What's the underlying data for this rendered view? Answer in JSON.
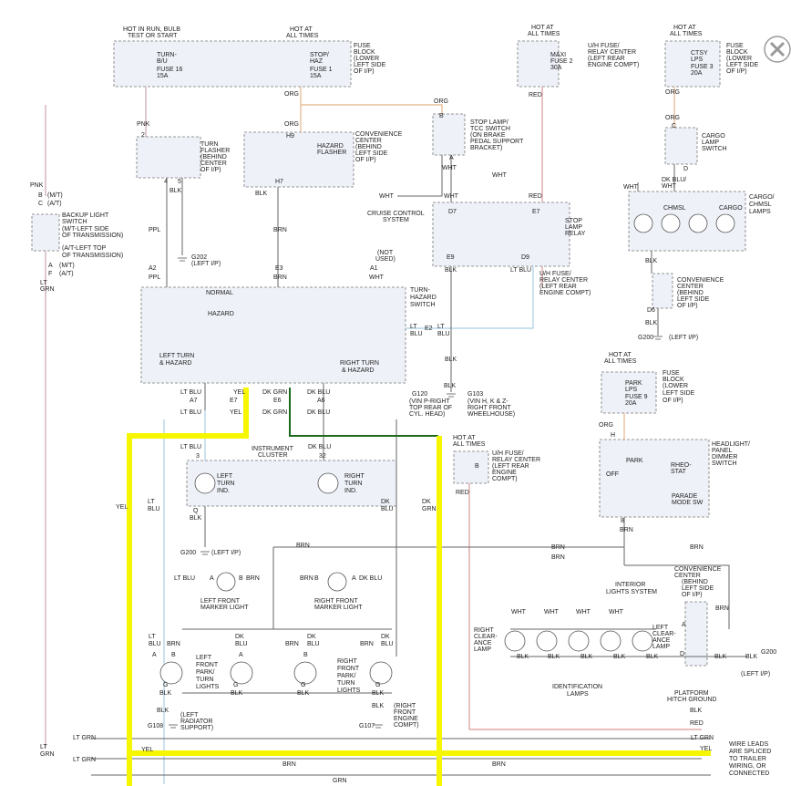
{
  "close_icon": "close-icon",
  "labels": {
    "hot_run": "HOT IN RUN, BULB",
    "test_start": "TEST OR START",
    "hot_all_1": "HOT AT",
    "all_times_1": "ALL TIMES",
    "turn_bu": "TURN-",
    "turn_bu2": "B/U",
    "fuse16": "FUSE 16",
    "fuse16a": "15A",
    "stop_haz": "STOP/",
    "stop_haz2": "HAZ",
    "fuse1": "FUSE 1",
    "fuse1a": "15A",
    "fuse_block": "FUSE",
    "fuse_block2": "BLOCK",
    "fuse_block3": "(LOWER",
    "fuse_block4": "LEFT SIDE",
    "fuse_block5": "OF I/P)",
    "hot_all_2": "HOT AT",
    "all_times_2": "ALL TIMES",
    "maxi": "MAXI",
    "maxi_fuse": "FUSE 2",
    "maxi_a": "30A",
    "uh_relay": "U/H FUSE/",
    "uh_relay2": "RELAY CENTER",
    "uh_relay3": "(LEFT REAR",
    "uh_relay4": "ENGINE COMPT)",
    "hot_all_3": "HOT AT",
    "all_times_3": "ALL TIMES",
    "ctsy": "CTSY",
    "lps": "LPS",
    "fuse3": "FUSE 3",
    "fuse3a": "20A",
    "fuse_block_b": "FUSE",
    "fuse_block_b2": "BLOCK",
    "fuse_block_b3": "(LOWER",
    "fuse_block_b4": "LEFT SIDE",
    "fuse_block_b5": "OF I/P)",
    "org1": "ORG",
    "org2": "ORG",
    "org3": "ORG",
    "red1": "RED",
    "org4": "ORG",
    "org5": "ORG",
    "pnk1": "PNK",
    "pin2": "2",
    "turn_flasher": "TURN",
    "turn_flasher2": "FLASHER",
    "turn_flasher3": "(BEHIND",
    "turn_flasher4": "CENTER",
    "turn_flasher5": "OF I/P)",
    "h9": "H9",
    "hazard_flasher": "HAZARD",
    "hazard_flasher2": "FLASHER",
    "conv_center": "CONVENIENCE",
    "conv_center2": "CENTER",
    "conv_center3": "(BEHIND",
    "conv_center4": "LEFT SIDE",
    "conv_center5": "OF I/P)",
    "b_stop": "B",
    "stop_lamp": "STOP LAMP/",
    "stop_lamp2": "TCC SWITCH",
    "stop_lamp3": "(ON BRAKE",
    "stop_lamp4": "PEDAL SUPPORT",
    "stop_lamp5": "BRACKET)",
    "a_stop": "A",
    "wht1": "WHT",
    "wht2": "WHT",
    "c_cargo": "C",
    "cargo_sw": "CARGO",
    "cargo_sw2": "LAMP",
    "cargo_sw3": "SWITCH",
    "d_cargo": "D",
    "pin4": "4",
    "pin5": "5",
    "blk1": "BLK",
    "blk2": "BLK",
    "h7": "H7",
    "wht3": "WHT",
    "wht4": "WHT",
    "red2": "RED",
    "dkblu_wht": "DK BLU/",
    "dkblu_wht2": "WHT",
    "wht5": "WHT",
    "pnk2": "PNK",
    "b_mt": "B",
    "mt": "(M/T)",
    "c_at": "C",
    "at": "(A/T)",
    "backup": "BACKUP LIGHT",
    "backup2": "SWITCH",
    "backup3": "(M/T-LEFT SIDE",
    "backup4": "OF TRANSMISSION)",
    "backup5": "(A/T-LEFT TOP",
    "backup6": "OF TRANSMISSION)",
    "cruise": "CRUISE CONTROL",
    "cruise2": "SYSTEM",
    "d7": "D7",
    "e7": "E7",
    "stop_relay": "STOP",
    "stop_relay2": "LAMP",
    "stop_relay3": "RELAY",
    "e9": "E9",
    "d9": "D9",
    "chmsl": "CHMSL",
    "cargo_l": "CARGO",
    "cargo_lamps": "CARGO/",
    "cargo_lamps2": "CHMSL",
    "cargo_lamps3": "LAMPS",
    "ppl1": "PPL",
    "brn1": "BRN",
    "g202": "G202",
    "g202b": "(LEFT I/P)",
    "not_used": "(NOT",
    "not_used2": "USED)",
    "blk3": "BLK",
    "blk4": "BLK",
    "blk5": "BLK",
    "lt_blu1": "LT BLU",
    "uh_b": "U/H FUSE/",
    "uh_b2": "RELAY CENTER",
    "uh_b3": "(LEFT REAR",
    "uh_b4": "ENGINE COMPT)",
    "conv_c2": "CONVENIENCE",
    "conv_c2b": "CENTER",
    "conv_c2c": "(BEHIND",
    "conv_c2d": "LEFT SIDE",
    "conv_c2e": "OF I/P)",
    "a_mt": "A",
    "mt2": "(M/T)",
    "f_at": "F",
    "at2": "(A/T)",
    "lt_grn1": "LT",
    "lt_grn1b": "GRN",
    "a2": "A2",
    "ppl2": "PPL",
    "e3": "E3",
    "brn2": "BRN",
    "a1": "A1",
    "wht6": "WHT",
    "d6": "D6",
    "blk6": "BLK",
    "g200a": "G200",
    "g200a_b": "(LEFT I/P)",
    "normal": "NORMAL",
    "turn_haz_sw": "TURN-",
    "turn_haz_sw2": "HAZARD",
    "turn_haz_sw3": "SWITCH",
    "hazard": "HAZARD",
    "lt_blu2": "LT",
    "lt_blu2b": "BLU",
    "e2": "E2",
    "lt_blu3": "LT",
    "lt_blu3b": "BLU",
    "left_turn": "LEFT TURN",
    "left_turn2": "& HAZARD",
    "right_turn": "RIGHT TURN",
    "right_turn2": "& HAZARD",
    "blk7": "BLK",
    "hot_park": "HOT AT",
    "hot_park2": "ALL TIMES",
    "park": "PARK",
    "lps2": "LPS",
    "fuse9": "FUSE 9",
    "fuse9a": "20A",
    "fuse_block_c": "FUSE",
    "fuse_block_c2": "BLOCK",
    "fuse_block_c3": "(LOWER",
    "fuse_block_c4": "LEFT SIDE",
    "fuse_block_c5": "OF I/P)",
    "lt_blu4": "LT BLU",
    "yel1": "YEL",
    "dk_grn1": "DK GRN",
    "dk_blu1": "DK BLU",
    "a7": "A7",
    "e7b": "E7",
    "e6": "E6",
    "a6": "A6",
    "lt_blu5": "LT BLU",
    "yel2": "YEL",
    "dk_grn2": "DK GRN",
    "dk_blu2": "DK BLU",
    "blk8": "BLK",
    "g120": "G120",
    "g120b": "(VIN P-RIGHT",
    "g120c": "TOP REAR OF",
    "g120d": "CYL. HEAD)",
    "g103": "G103",
    "g103b": "(VIN H, K & Z-",
    "g103c": "RIGHT FRONT",
    "g103d": "WHEELHOUSE)",
    "org6": "ORG",
    "h_hl": "H",
    "hl_sw": "HEADLIGHT/",
    "hl_sw2": "PANEL",
    "hl_sw3": "DIMMER",
    "hl_sw4": "SWITCH",
    "hot_uh": "HOT AT",
    "hot_uh2": "ALL TIMES",
    "b_uh": "B",
    "uh_c": "U/H FUSE/",
    "uh_c2": "RELAY CENTER",
    "uh_c3": "(LEFT REAR",
    "uh_c4": "ENGINE",
    "uh_c5": "COMPT)",
    "lt_blu6": "LT BLU",
    "pin3": "3",
    "inst": "INSTRUMENT",
    "inst2": "CLUSTER",
    "dk_blu3": "DK BLU",
    "pin32": "32",
    "park_p": "PARK",
    "off": "OFF",
    "rheo": "RHEO-",
    "rheo2": "STAT",
    "red3": "RED",
    "left_ind": "LEFT",
    "left_ind2": "TURN",
    "left_ind3": "IND.",
    "right_ind": "RIGHT",
    "right_ind2": "TURN",
    "right_ind3": "IND.",
    "parade": "PARADE",
    "parade2": "MODE SW",
    "yel3": "YEL",
    "lt_blu7": "LT",
    "lt_blu7b": "BLU",
    "dk_blu4": "DK",
    "dk_blu4b": "BLU",
    "dk_grn3": "DK",
    "dk_grn3b": "GRN",
    "q": "Q",
    "blk9": "BLK",
    "pin8": "8",
    "brn3": "BRN",
    "g200b": "G200",
    "g200b_b": "(LEFT I/P)",
    "brn4": "BRN",
    "brn5": "BRN",
    "brn6": "BRN",
    "lt_blu8": "LT BLU",
    "a_lfm": "A",
    "b_lfm": "B",
    "brn7": "BRN",
    "brn8": "BRN",
    "b_rfm": "B",
    "a_rfm": "A",
    "dk_blu5": "DK BLU",
    "lfm": "LEFT FRONT",
    "lfm2": "MARKER LIGHT",
    "rfm": "RIGHT FRONT",
    "rfm2": "MARKER LIGHT",
    "interior": "INTERIOR",
    "interior2": "LIGHTS SYSTEM",
    "conv_c3": "CONVENIENCE",
    "conv_c3b": "CENTER",
    "conv_c3c": "(BEHIND",
    "conv_c3d": "LEFT SIDE",
    "conv_c3e": "OF I/P)",
    "lt_blu9": "LT",
    "lt_blu9b": "BLU",
    "brn9": "BRN",
    "dk_blu6": "DK",
    "dk_blu6b": "BLU",
    "brn10": "BRN",
    "brn11": "BRN",
    "dk_blu7": "DK",
    "dk_blu7b": "BLU",
    "a_l1": "A",
    "b_l1": "B",
    "a_l2": "A",
    "b_l2": "B",
    "lfp": "LEFT",
    "lfp2": "FRONT",
    "lfp3": "PARK/",
    "lfp4": "TURN",
    "lfp5": "LIGHTS",
    "rfp": "RIGHT",
    "rfp2": "FRONT",
    "rfp3": "PARK/",
    "rfp4": "TURN",
    "rfp5": "LIGHTS",
    "g_l1": "G",
    "g_l2": "G",
    "g_r1": "G",
    "g_r2": "G",
    "blk10": "BLK",
    "blk11": "BLK",
    "blk12": "BLK",
    "blk13": "BLK",
    "wht7": "WHT",
    "wht8": "WHT",
    "wht9": "WHT",
    "wht10": "WHT",
    "right_clear": "RIGHT",
    "right_clear2": "CLEAR-",
    "right_clear3": "ANCE",
    "right_clear4": "LAMP",
    "left_clear": "LEFT",
    "left_clear2": "CLEAR-",
    "left_clear3": "ANCE",
    "left_clear4": "LAMP",
    "blk14": "BLK",
    "blk15": "BLK",
    "blk16": "BLK",
    "blk17": "BLK",
    "blk18": "BLK",
    "a_cl": "A",
    "d_cl": "D",
    "blk19": "BLK",
    "blk20": "BLK",
    "g200c": "G200",
    "g200c_b": "(LEFT I/P)",
    "brn12": "BRN",
    "ident": "IDENTIFICATION",
    "ident2": "LAMPS",
    "blk21": "BLK",
    "g108": "G108",
    "g108b": "(LEFT",
    "g108c": "RADIATOR",
    "g108d": "SUPPORT)",
    "blk22": "BLK",
    "g107": "G107",
    "g107b": "(RIGHT",
    "g107c": "FRONT",
    "g107d": "ENGINE",
    "g107e": "COMPT)",
    "platform": "PLATFORM",
    "platform2": "HITCH GROUND",
    "blk23": "BLK",
    "red4": "RED",
    "lt_grn2": "LT GRN",
    "lt_grn3": "LT",
    "lt_grn3b": "GRN",
    "yel4": "YEL",
    "lt_grn4": "LT GRN",
    "lt_grn5": "LT GRN",
    "yel5": "YEL",
    "brn13": "BRN",
    "wire_leads": "WIRE LEADS",
    "wire_leads2": "ARE SPLICED",
    "wire_leads3": "TO TRAILER",
    "wire_leads4": "WIRING, OR",
    "wire_leads5": "CONNECTED",
    "grn_bottom": "GRN"
  }
}
